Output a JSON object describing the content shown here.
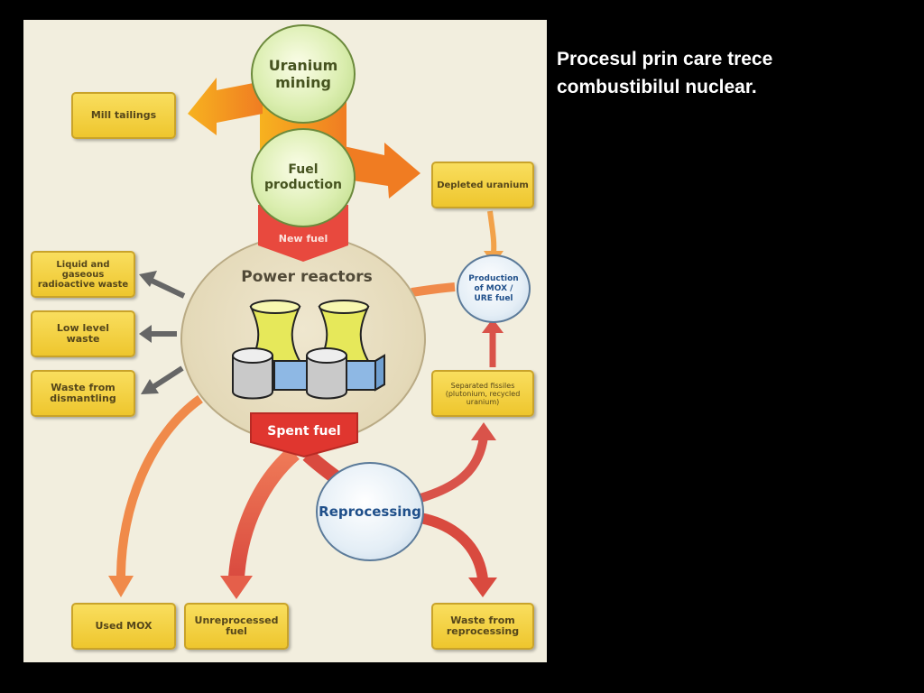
{
  "caption": "Procesul prin care trece combustibilul nuclear.",
  "diagram": {
    "uranium_mining": "Uranium mining",
    "fuel_production": "Fuel production",
    "new_fuel": "New fuel",
    "power_reactors": "Power reactors",
    "spent_fuel": "Spent fuel",
    "reprocessing": "Reprocessing",
    "mox_production": "Production of MOX / URE fuel",
    "boxes": {
      "mill_tailings": "Mill tailings",
      "depleted_uranium": "Depleted uranium",
      "liquid_gaseous": "Liquid and gaseous radioactive waste",
      "low_level": "Low level waste",
      "waste_dismantling": "Waste from dismantling",
      "separated_fissiles": "Separated fissiles (plutonium, recycled uranium)",
      "used_mox": "Used MOX",
      "unreprocessed_fuel": "Unreprocessed fuel",
      "waste_reprocessing": "Waste from reprocessing"
    }
  },
  "colors": {
    "background": "#000000",
    "panel": "#f2eede",
    "box_fill": "#f4d147",
    "orange_arrow": "#f08a2a",
    "red_arrow": "#d9534a",
    "grey_arrow": "#666666"
  }
}
